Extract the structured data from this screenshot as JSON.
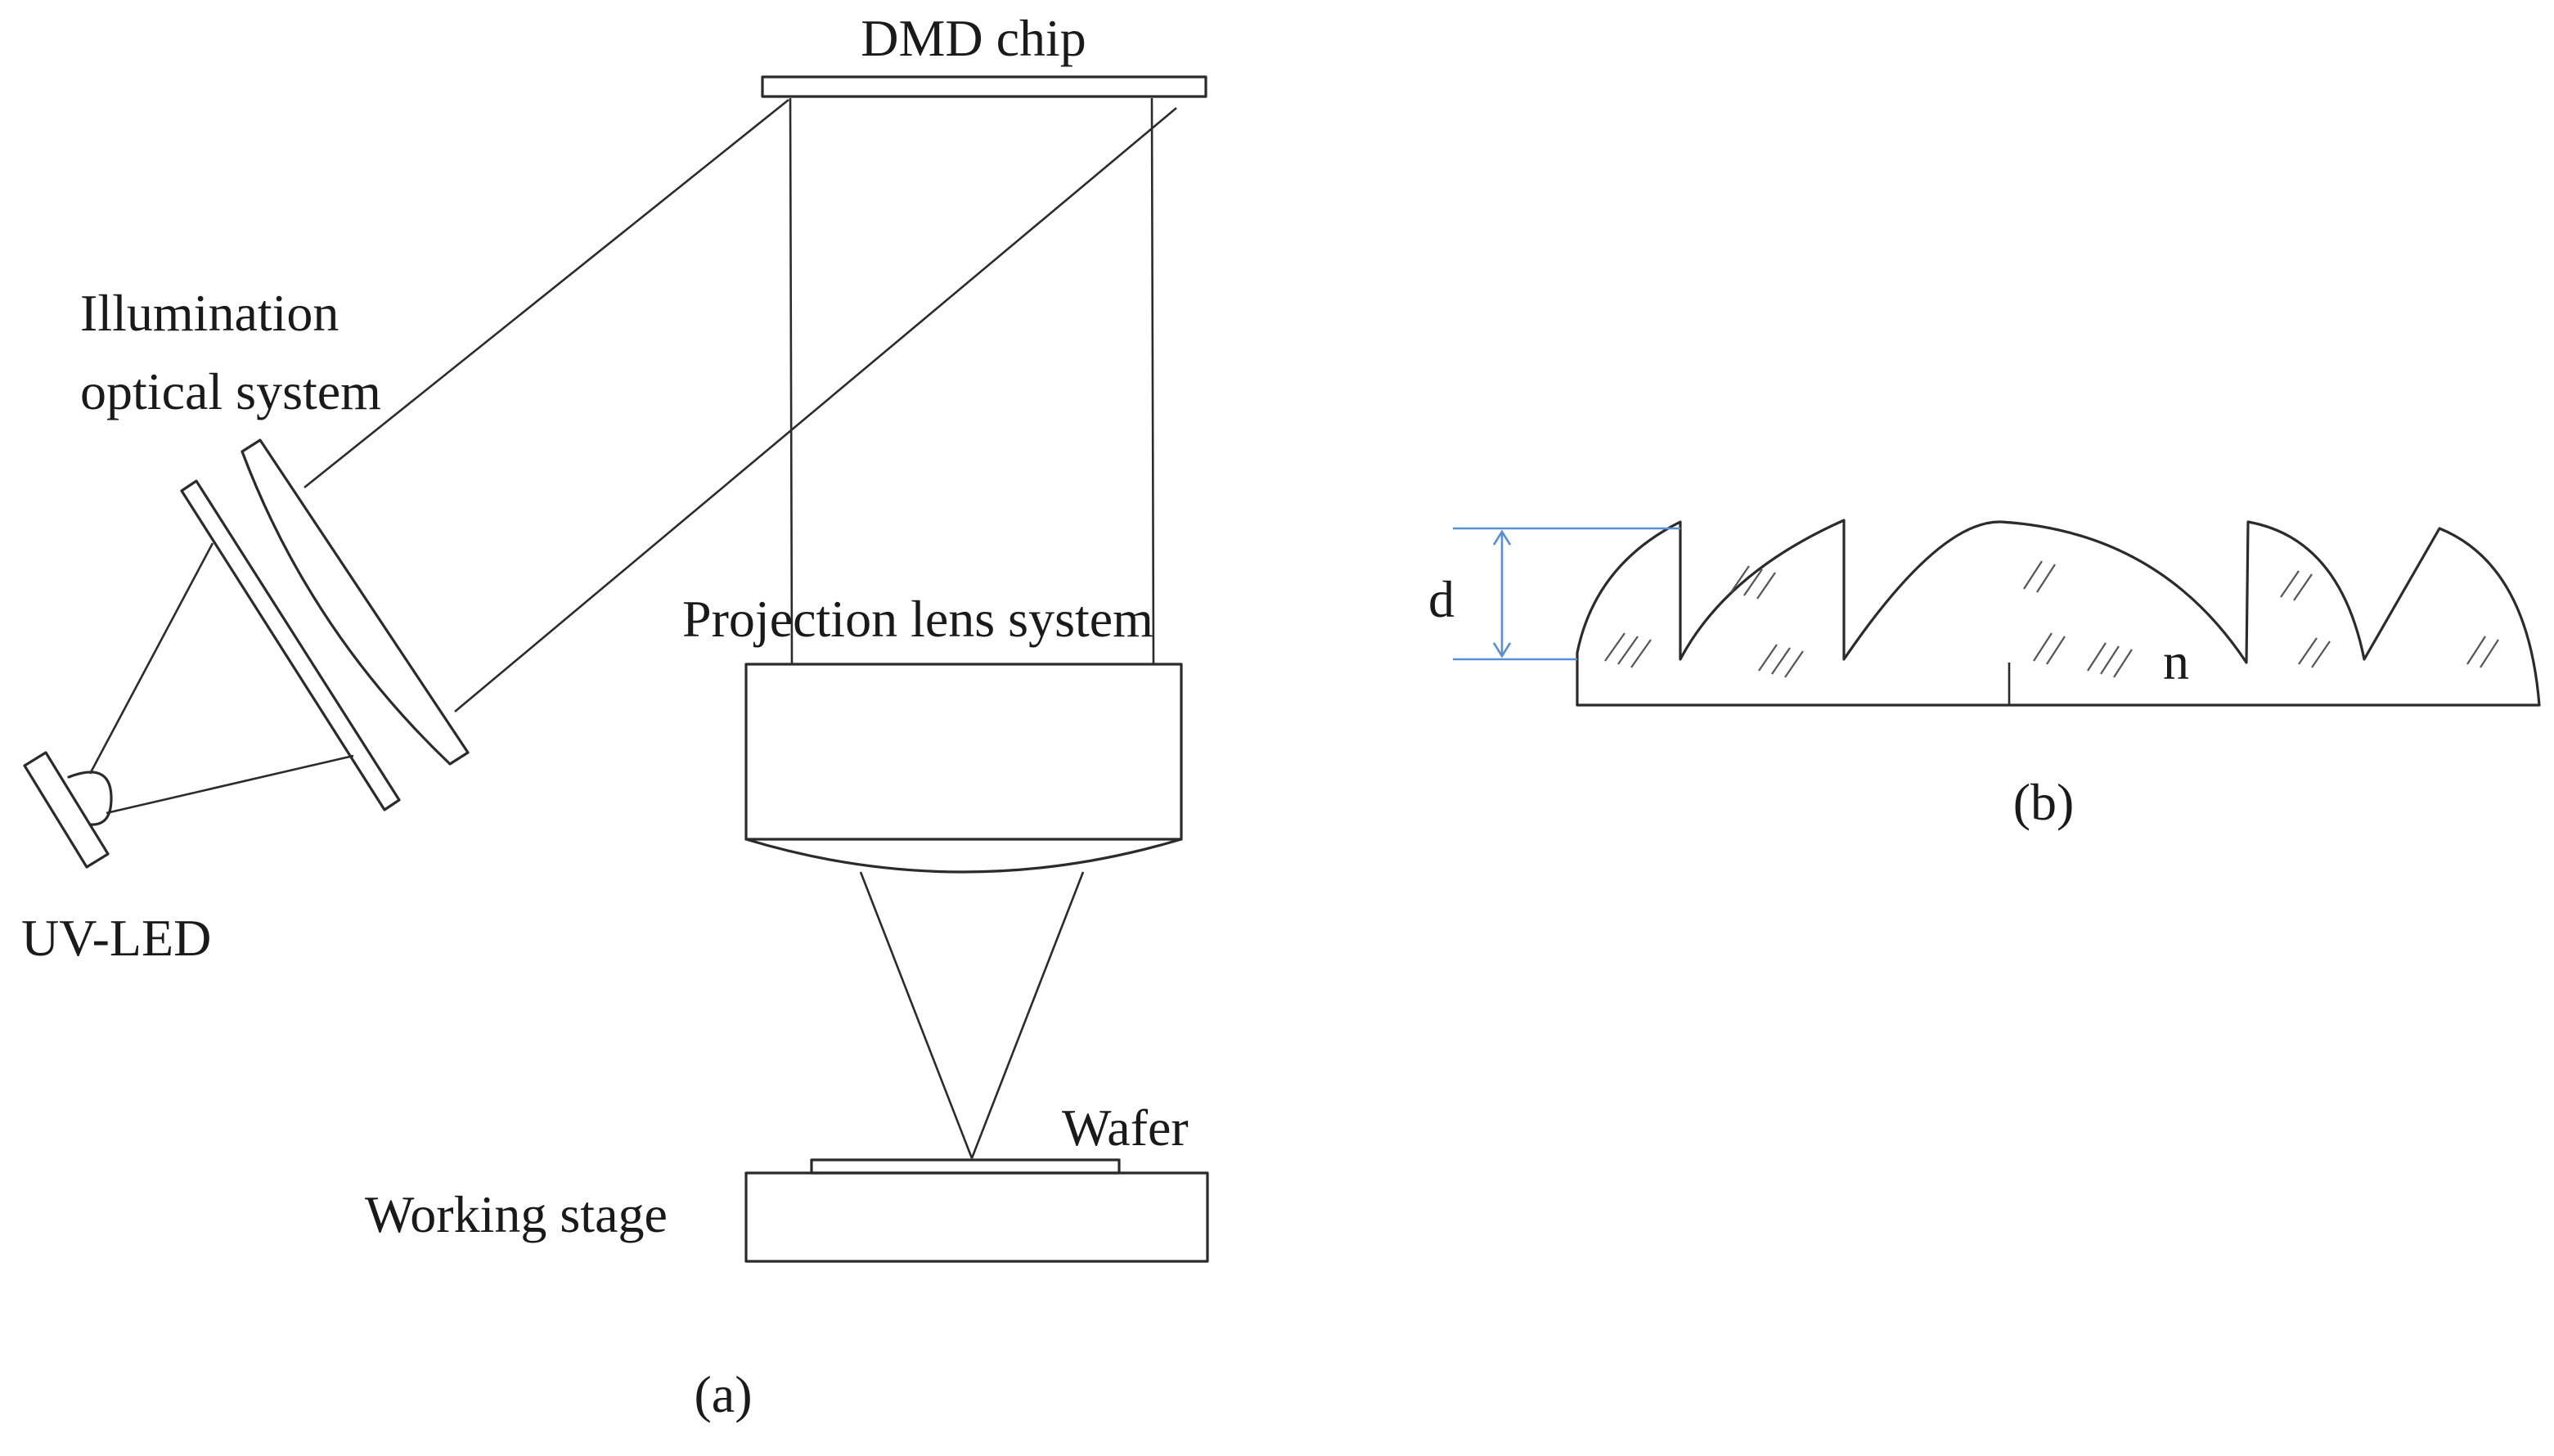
{
  "panel_a": {
    "dmd_label": "DMD chip",
    "illum_label_line1": "Illumination",
    "illum_label_line2": "optical system",
    "led_label": "UV-LED",
    "proj_label": "Projection lens system",
    "wafer_label": "Wafer",
    "stage_label": "Working stage",
    "caption": "(a)"
  },
  "panel_b": {
    "depth_label": "d",
    "index_label": "n",
    "caption": "(b)",
    "dimension_color": "#5b8fd4"
  }
}
